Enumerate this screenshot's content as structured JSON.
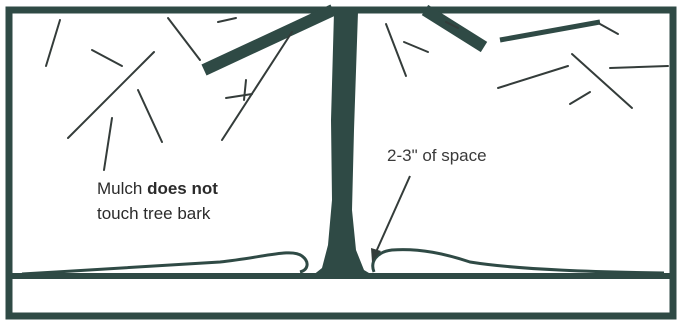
{
  "colors": {
    "frame": "#2f4a45",
    "trunk": "#2f4a45",
    "twigs": "#343c3a",
    "text": "#2b2b2b",
    "background": "#ffffff"
  },
  "annotations": {
    "left": {
      "line1_prefix": "Mulch ",
      "line1_bold": "does not",
      "line2": "touch tree bark"
    },
    "right": {
      "text": "2-3\" of space"
    }
  }
}
